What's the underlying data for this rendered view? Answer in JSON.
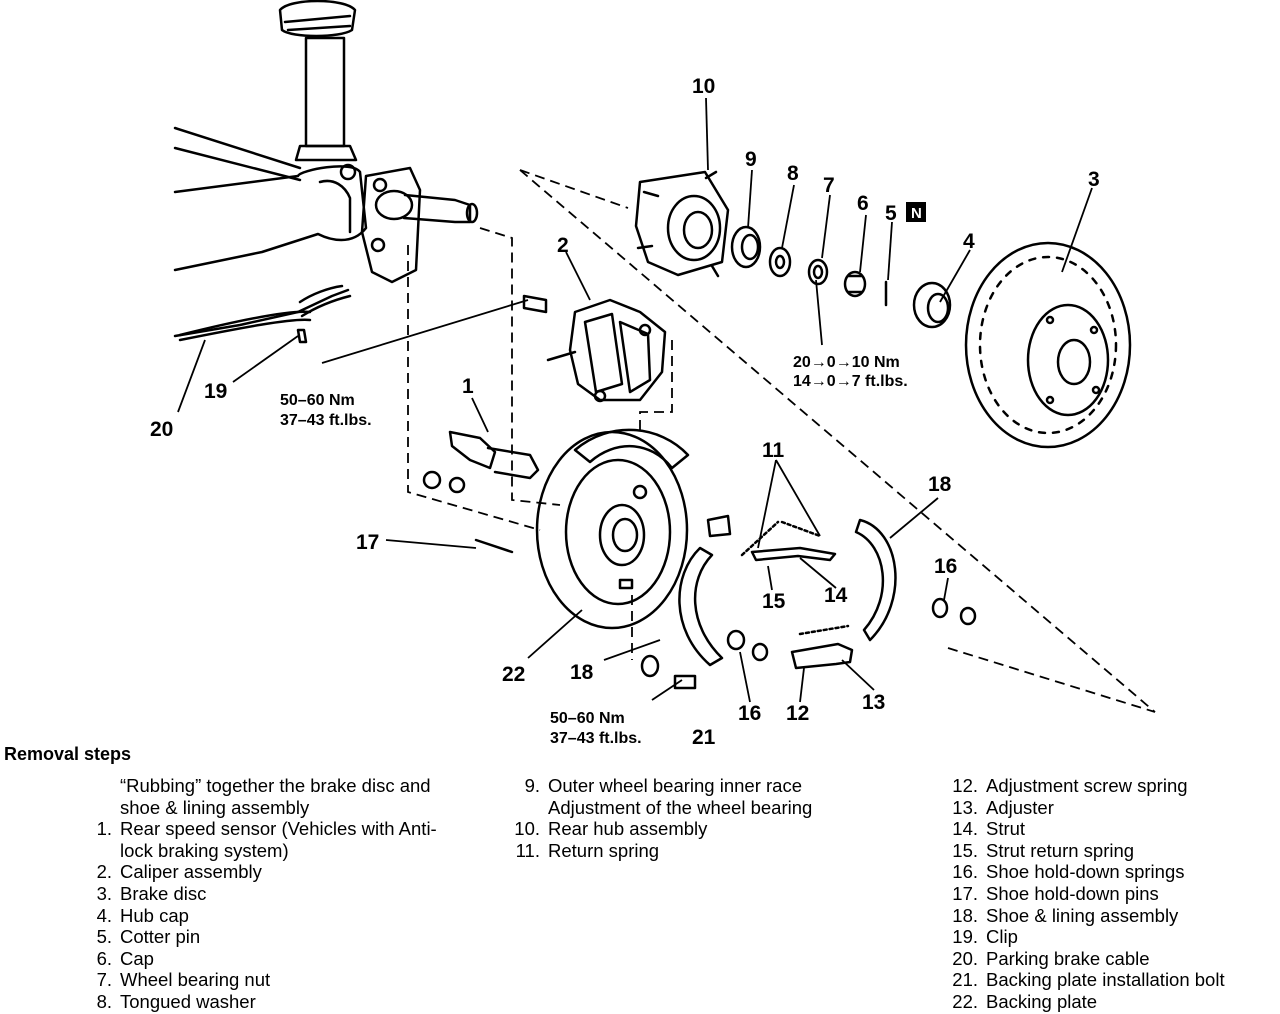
{
  "callouts": {
    "c1": "1",
    "c2": "2",
    "c3": "3",
    "c4": "4",
    "c5": "5",
    "c6": "6",
    "c7": "7",
    "c8": "8",
    "c9": "9",
    "c10": "10",
    "c11": "11",
    "c12": "12",
    "c13": "13",
    "c14": "14",
    "c15": "15",
    "c16a": "16",
    "c16b": "16",
    "c17": "17",
    "c18a": "18",
    "c18b": "18",
    "c19": "19",
    "c20": "20",
    "c21": "21",
    "c22": "22",
    "new_badge": "N"
  },
  "torques": {
    "hub_nut_nm": "20→0→10  Nm",
    "hub_nut_ftlbs": "14→0→7  ft.lbs.",
    "caliper_nm": "50–60  Nm",
    "caliper_ftlbs": "37–43  ft.lbs.",
    "plate_nm": "50–60  Nm",
    "plate_ftlbs": "37–43  ft.lbs."
  },
  "legend": {
    "title": "Removal steps",
    "col1": [
      {
        "num": "",
        "text": "“Rubbing” together the brake disc and"
      },
      {
        "num": "",
        "text": "shoe & lining assembly"
      },
      {
        "num": "1.",
        "text": "Rear speed sensor (Vehicles with Anti-"
      },
      {
        "num": "",
        "text": "lock braking system)"
      },
      {
        "num": "2.",
        "text": "Caliper assembly"
      },
      {
        "num": "3.",
        "text": "Brake disc"
      },
      {
        "num": "4.",
        "text": "Hub cap"
      },
      {
        "num": "5.",
        "text": "Cotter pin"
      },
      {
        "num": "6.",
        "text": "Cap"
      },
      {
        "num": "7.",
        "text": "Wheel bearing nut"
      },
      {
        "num": "8.",
        "text": "Tongued washer"
      }
    ],
    "col2": [
      {
        "num": "9.",
        "text": "Outer wheel bearing inner race"
      },
      {
        "num": "",
        "text": "Adjustment of the wheel bearing"
      },
      {
        "num": "10.",
        "text": "Rear hub assembly"
      },
      {
        "num": "11.",
        "text": "Return spring"
      }
    ],
    "col3": [
      {
        "num": "12.",
        "text": "Adjustment screw spring"
      },
      {
        "num": "13.",
        "text": "Adjuster"
      },
      {
        "num": "14.",
        "text": "Strut"
      },
      {
        "num": "15.",
        "text": "Strut return spring"
      },
      {
        "num": "16.",
        "text": "Shoe hold-down springs"
      },
      {
        "num": "17.",
        "text": "Shoe hold-down pins"
      },
      {
        "num": "18.",
        "text": "Shoe & lining assembly"
      },
      {
        "num": "19.",
        "text": "Clip"
      },
      {
        "num": "20.",
        "text": "Parking brake cable"
      },
      {
        "num": "21.",
        "text": "Backing plate installation bolt"
      },
      {
        "num": "22.",
        "text": "Backing plate"
      }
    ]
  }
}
